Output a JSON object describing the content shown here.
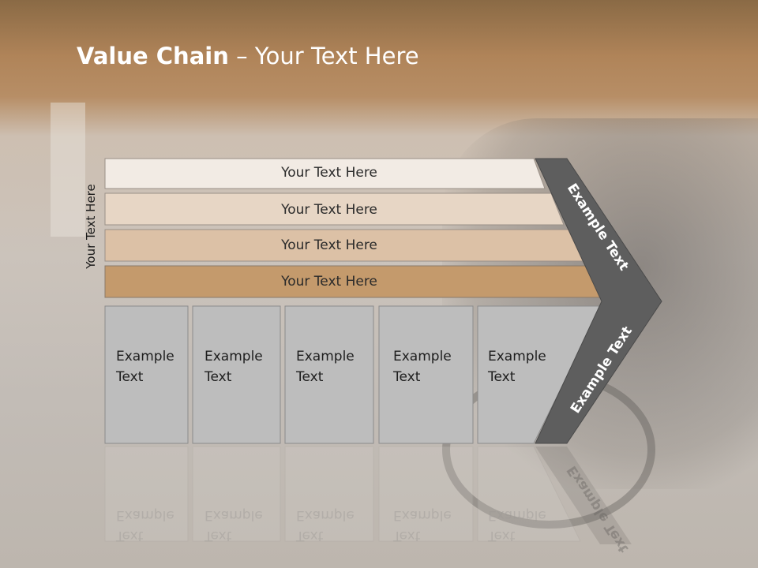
{
  "slide": {
    "title_bold": "Value Chain",
    "title_rest": " – Your Text Here",
    "side_label": "Your Text Here"
  },
  "bands": [
    {
      "label": "Your Text Here",
      "color": "#f2ebe4"
    },
    {
      "label": "Your Text Here",
      "color": "#e7d6c5"
    },
    {
      "label": "Your Text Here",
      "color": "#dcc1a6"
    },
    {
      "label": "Your Text Here",
      "color": "#c49a6c"
    }
  ],
  "cells": [
    {
      "line1": "Example",
      "line2": "Text"
    },
    {
      "line1": "Example",
      "line2": "Text"
    },
    {
      "line1": "Example",
      "line2": "Text"
    },
    {
      "line1": "Example",
      "line2": "Text"
    },
    {
      "line1": "Example",
      "line2": "Text"
    }
  ],
  "arrow": {
    "upper_label": "Example Text",
    "lower_label": "Example Text",
    "color": "#5e5e5e"
  },
  "cell_color": "#bdbdbd"
}
